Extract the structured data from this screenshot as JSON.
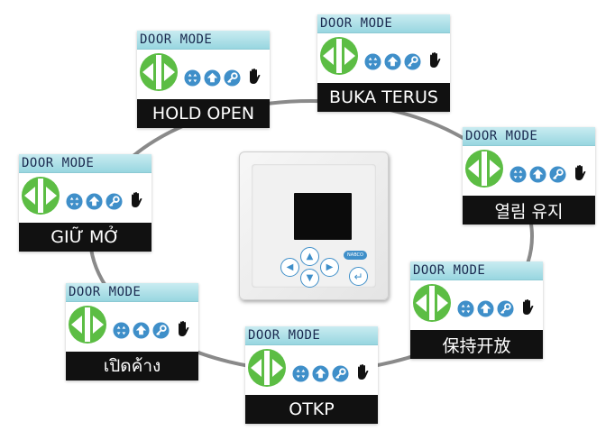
{
  "card_header": "DOOR MODE",
  "cards": {
    "english": {
      "label": "HOLD OPEN"
    },
    "indonesian": {
      "label": "BUKA TERUS"
    },
    "korean": {
      "label": "열림 유지"
    },
    "chinese": {
      "label": "保持开放"
    },
    "russian": {
      "label": "OTKP"
    },
    "thai": {
      "label": "เปิดค้าง"
    },
    "vietnamese": {
      "label": "GIỮ MỞ"
    }
  },
  "controller": {
    "brand": "NABCO"
  },
  "icons": {
    "door": "door-open-icon",
    "mode1": "four-arrows-icon",
    "mode2": "up-arrow-icon",
    "mode3": "key-icon",
    "mode4": "hand-icon",
    "controller_buttons": [
      "up-arrow-icon",
      "left-arrow-icon",
      "right-arrow-icon",
      "down-arrow-icon",
      "enter-icon"
    ]
  },
  "colors": {
    "header_top": "#c9ecf1",
    "header_bottom": "#98d6e0",
    "door_green": "#5cbd44",
    "icon_blue": "#3f8fc9",
    "label_bg": "#111111",
    "label_text": "#ffffff",
    "ring": "#8a8a8a"
  }
}
